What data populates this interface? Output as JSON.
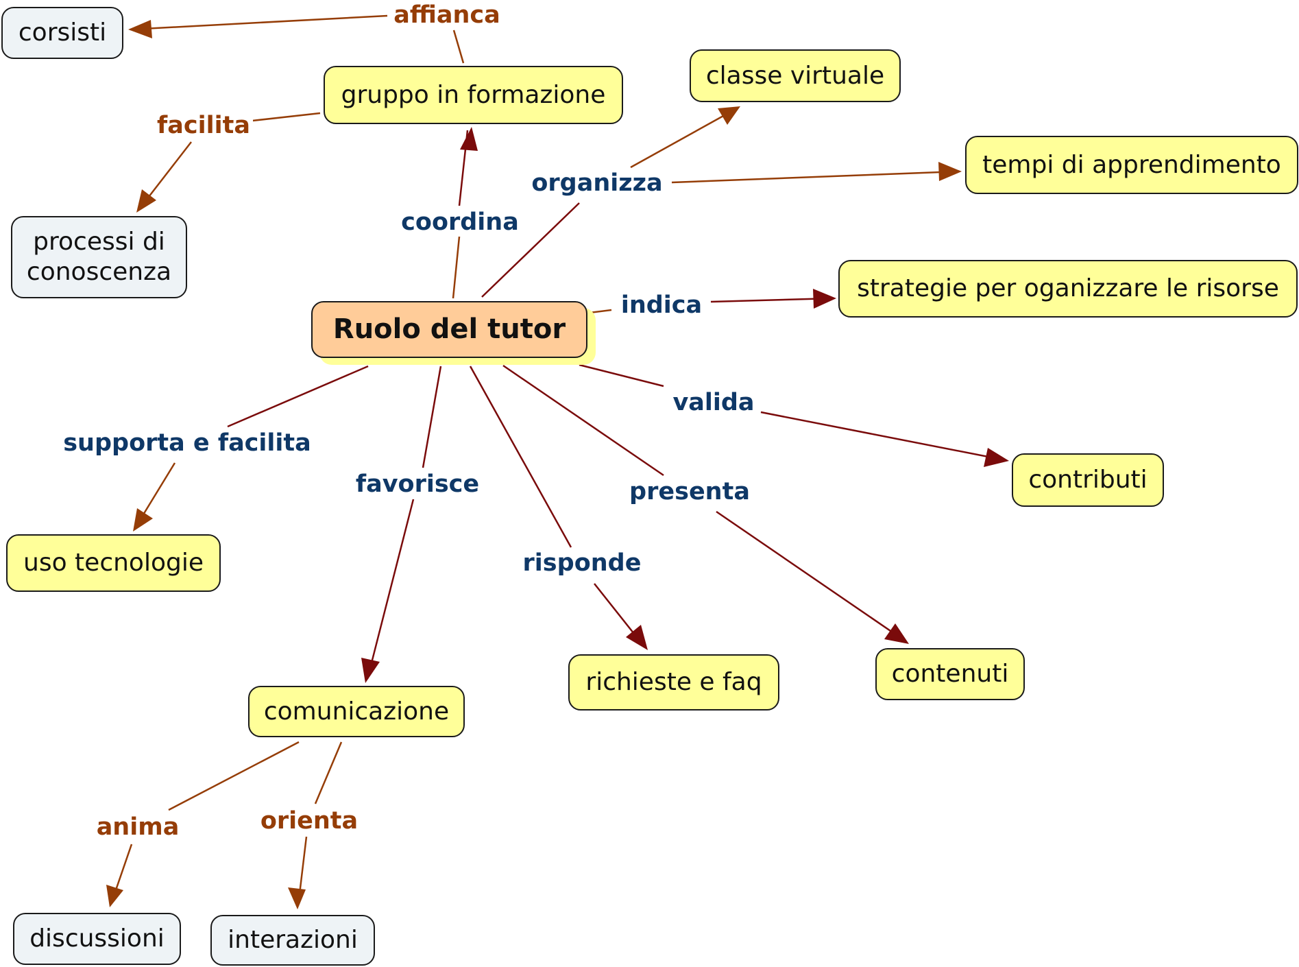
{
  "nodes": {
    "ruolo_del_tutor": "Ruolo del tutor",
    "gruppo_in_formazione": "gruppo in formazione",
    "corsisti": "corsisti",
    "processi_di_conoscenza": "processi di\nconoscenza",
    "classe_virtuale": "classe virtuale",
    "tempi_di_apprendimento": "tempi di apprendimento",
    "strategie": "strategie per oganizzare le risorse",
    "contributi": "contributi",
    "uso_tecnologie": "uso tecnologie",
    "comunicazione": "comunicazione",
    "richieste_e_faq": "richieste e faq",
    "contenuti": "contenuti",
    "discussioni": "discussioni",
    "interazioni": "interazioni"
  },
  "links": {
    "affianca": "affianca",
    "facilita": "facilita",
    "coordina": "coordina",
    "organizza": "organizza",
    "indica": "indica",
    "valida": "valida",
    "supporta_e_facilita": "supporta e facilita",
    "favorisce": "favorisce",
    "risponde": "risponde",
    "presenta": "presenta",
    "anima": "anima",
    "orienta": "orienta"
  },
  "colors": {
    "link_text_primary": "#0f3867",
    "link_text_secondary": "#953d07",
    "edge_primary": "#7a0b0b",
    "edge_secondary": "#953d07",
    "node_fill": "#ffff99",
    "node_fill_leaf": "#eef3f6",
    "node_fill_main": "#ffcc99"
  }
}
